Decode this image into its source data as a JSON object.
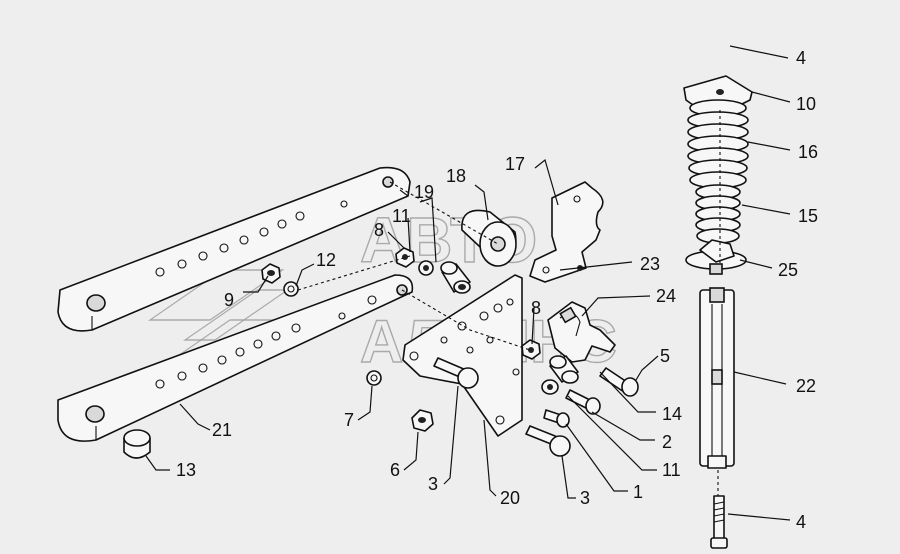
{
  "watermark": {
    "line1": "АВТО",
    "line2": "АЛЬЯНС"
  },
  "callouts": [
    {
      "id": "c-4-top",
      "label": "4"
    },
    {
      "id": "c-10",
      "label": "10"
    },
    {
      "id": "c-16",
      "label": "16"
    },
    {
      "id": "c-15",
      "label": "15"
    },
    {
      "id": "c-25",
      "label": "25"
    },
    {
      "id": "c-22",
      "label": "22"
    },
    {
      "id": "c-4-bottom",
      "label": "4"
    },
    {
      "id": "c-18",
      "label": "18"
    },
    {
      "id": "c-17",
      "label": "17"
    },
    {
      "id": "c-19",
      "label": "19"
    },
    {
      "id": "c-11-top",
      "label": "11"
    },
    {
      "id": "c-8-top",
      "label": "8"
    },
    {
      "id": "c-12",
      "label": "12"
    },
    {
      "id": "c-9",
      "label": "9"
    },
    {
      "id": "c-23",
      "label": "23"
    },
    {
      "id": "c-24",
      "label": "24"
    },
    {
      "id": "c-8-mid",
      "label": "8"
    },
    {
      "id": "c-5",
      "label": "5"
    },
    {
      "id": "c-14",
      "label": "14"
    },
    {
      "id": "c-2",
      "label": "2"
    },
    {
      "id": "c-11-bottom",
      "label": "11"
    },
    {
      "id": "c-1",
      "label": "1"
    },
    {
      "id": "c-3-right",
      "label": "3"
    },
    {
      "id": "c-20",
      "label": "20"
    },
    {
      "id": "c-3-left",
      "label": "3"
    },
    {
      "id": "c-6",
      "label": "6"
    },
    {
      "id": "c-7",
      "label": "7"
    },
    {
      "id": "c-21",
      "label": "21"
    },
    {
      "id": "c-13",
      "label": "13"
    }
  ]
}
